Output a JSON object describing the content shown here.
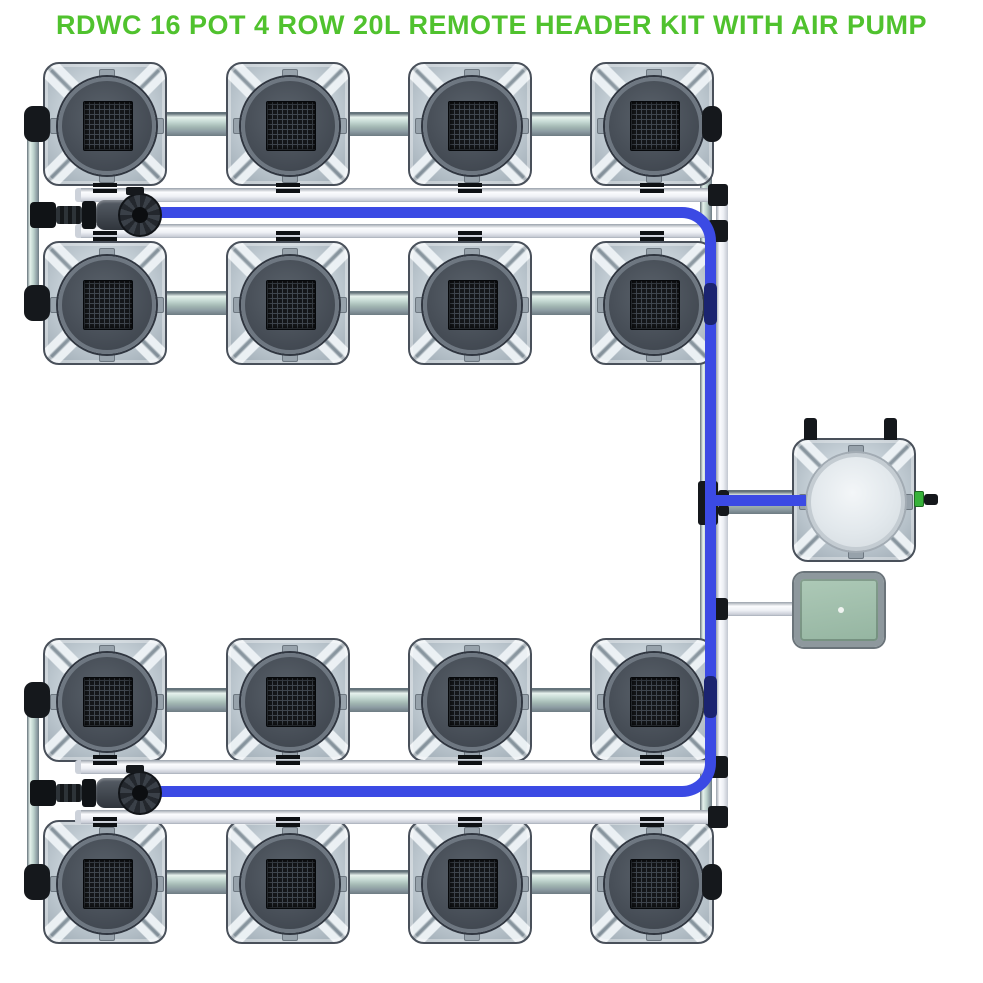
{
  "title": {
    "text": "RDWC 16 POT 4 ROW 20L REMOTE HEADER KIT WITH AIR PUMP"
  },
  "system": {
    "pot_count": 16,
    "rows": 4,
    "pots_per_row": 4,
    "pot_volume_label": "20L",
    "header_type": "REMOTE HEADER",
    "includes_air_pump": true,
    "water_pump_count": 2
  },
  "components": {
    "pot": "20L RDWC pot with mesh net lid",
    "header_tank": "Remote header tank",
    "air_pump": "Air pump",
    "water_pump": "Circulation water pump",
    "blue_tube": "Blue return tubing loop",
    "teal_pipe": "Pot interconnect pipe",
    "white_pipe": "Air / return distribution pipe",
    "fittings": "Black elbow, tee and clip fittings"
  },
  "colors": {
    "title_green": "#50c22e",
    "tube_blue": "#3b4ae4",
    "pipe_teal": "#b9cfc9",
    "pipe_white": "#eef0f5",
    "fitting_black": "#15181c",
    "pot_body": "#c8d2d9",
    "pot_lid": "#484f58",
    "net_mesh": "#141619",
    "tank_lid": "#e2e8ec",
    "air_pump_green": "#95b5a1",
    "valve_green": "#38b23a"
  }
}
